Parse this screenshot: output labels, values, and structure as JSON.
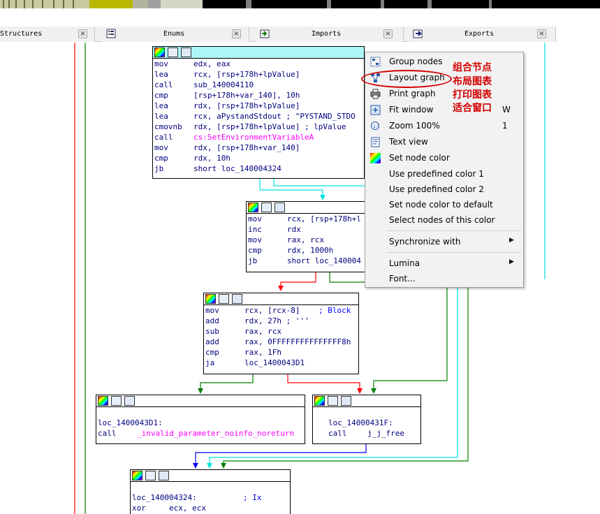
{
  "tabs": [
    {
      "label": "Structures",
      "close": "×"
    },
    {
      "label": "Enums",
      "close": "×"
    },
    {
      "label": "Imports",
      "close": "×"
    },
    {
      "label": "Exports",
      "close": "×"
    }
  ],
  "blocks": {
    "b1": [
      [
        "mov",
        "edx, eax"
      ],
      [
        "lea",
        "rcx, [rsp+178h+lpValue]"
      ],
      [
        "call",
        "sub_140004110"
      ],
      [
        "cmp",
        "[rsp+178h+var_140], 10h"
      ],
      [
        "lea",
        "rdx, [rsp+178h+lpValue]"
      ],
      [
        "lea",
        "rcx, aPystandStdout ; \"PYSTAND_STDO"
      ],
      [
        "cmovnb",
        "rdx, [rsp+178h+lpValue] ; lpValue"
      ],
      [
        "call",
        "cs:SetEnvironmentVariableA"
      ],
      [
        "mov",
        "rdx, [rsp+178h+var_140]"
      ],
      [
        "cmp",
        "rdx, 10h"
      ],
      [
        "jb",
        "short loc_140004324"
      ]
    ],
    "b2": [
      [
        "mov",
        "rcx, [rsp+178h+l"
      ],
      [
        "inc",
        "rdx"
      ],
      [
        "mov",
        "rax, rcx"
      ],
      [
        "cmp",
        "rdx, 1000h"
      ],
      [
        "jb",
        "short loc_140004"
      ]
    ],
    "b3": [
      [
        "mov",
        "rcx, [rcx-8]",
        "; Block"
      ],
      [
        "add",
        "rdx, 27h ; '''"
      ],
      [
        "sub",
        "rax, rcx"
      ],
      [
        "add",
        "rax, 0FFFFFFFFFFFFFFF8h"
      ],
      [
        "cmp",
        "rax, 1Fh"
      ],
      [
        "ja",
        "loc_1400043D1"
      ]
    ],
    "b4": {
      "label": "loc_1400043D1:",
      "call": "call",
      "target": "_invalid_parameter_noinfo_noreturn"
    },
    "b5": {
      "label": "loc_14000431F:",
      "call": "call",
      "target": "j_j_free"
    },
    "b6": {
      "label": "loc_140004324:",
      "comment": "; Ix",
      "partial": "xor     ecx, ecx"
    }
  },
  "menu": {
    "items": [
      {
        "label": "Group nodes",
        "icon": "group-nodes-icon"
      },
      {
        "label": "Layout graph",
        "icon": "layout-graph-icon"
      },
      {
        "label": "Print graph",
        "icon": "printer-icon"
      },
      {
        "label": "Fit window",
        "icon": "fit-window-icon",
        "key": "W"
      },
      {
        "label": "Zoom 100%",
        "icon": "zoom-icon",
        "key": "1"
      },
      {
        "label": "Text view",
        "icon": "text-view-icon"
      },
      {
        "label": "Set node color",
        "icon": "color-palette-icon"
      },
      {
        "label": "Use predefined color 1"
      },
      {
        "label": "Use predefined color 2"
      },
      {
        "label": "Set node color to default"
      },
      {
        "label": "Select nodes of this color"
      },
      {
        "label": "Synchronize with",
        "submenu": "▶"
      },
      {
        "label": "Lumina",
        "submenu": "▶"
      },
      {
        "label": "Font..."
      }
    ]
  },
  "annotations": [
    "组合节点",
    "布局图表",
    "打印图表",
    "适合窗口"
  ],
  "colors": {
    "node_header_highlight": "#aff7f7",
    "annotation": "#d40000",
    "edge_true": "#008000",
    "edge_false": "#ff0000",
    "edge_uncond": "#0000ff",
    "edge_cyan": "#00e0e0"
  }
}
